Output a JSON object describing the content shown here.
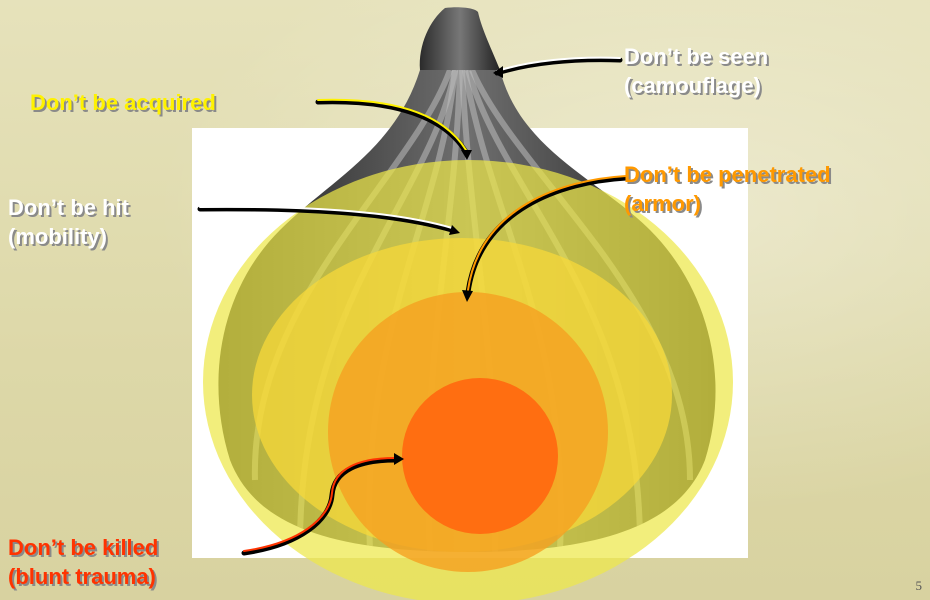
{
  "labels": {
    "seen": {
      "line1": "Don’t be seen",
      "line2": "(camouflage)"
    },
    "acquired": {
      "line1": "Don’t be acquired"
    },
    "penetrated": {
      "line1": "Don’t be penetrated",
      "line2": "(armor)"
    },
    "hit": {
      "line1": "Don’t be hit",
      "line2": "(mobility)"
    },
    "killed": {
      "line1": "Don’t be killed",
      "line2": "(blunt trauma)"
    }
  },
  "slide_number": "5",
  "colors": {
    "background": "#e2ddb1",
    "label_yellow": "#fff200",
    "label_orange": "#ff9900",
    "label_red": "#ff3300",
    "label_white": "#ffffff",
    "layer_outer": "#ede84a",
    "layer_second": "#f7d83a",
    "layer_third": "#f5a020",
    "layer_core": "#ff6a10"
  }
}
